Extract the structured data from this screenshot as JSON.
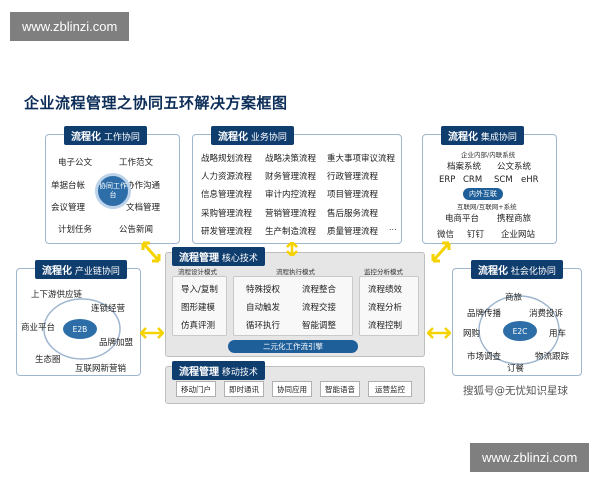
{
  "watermark": {
    "text": "www.zblinzi.com"
  },
  "diagram": {
    "title": "企业流程管理之协同五环解决方案框图"
  },
  "work": {
    "header_bold": "流程化",
    "header_sub": "工作协同",
    "items": [
      "电子公文",
      "工作范文",
      "单据台帐",
      "协作沟通",
      "会议管理",
      "文档管理",
      "计划任务",
      "公告新闻"
    ],
    "hub": "协同工作台"
  },
  "business": {
    "header_bold": "流程化",
    "header_sub": "业务协同",
    "items": [
      "战略规划流程",
      "战略决策流程",
      "重大事项审议流程",
      "人力资源流程",
      "财务管理流程",
      "行政管理流程",
      "信息管理流程",
      "审计内控流程",
      "项目管理流程",
      "采购管理流程",
      "营销管理流程",
      "售后服务流程",
      "研发管理流程",
      "生产制造流程",
      "质量管理流程"
    ],
    "ellipsis": "..."
  },
  "integration": {
    "header_bold": "流程化",
    "header_sub": "集成协同",
    "sub1": "企业内部/内联系统",
    "row1": [
      "档案系统",
      "公文系统"
    ],
    "row2": [
      "ERP",
      "CRM",
      "SCM",
      "eHR"
    ],
    "pill": "内外互联",
    "sub2": "互联网/互联网+系统",
    "row3": [
      "电商平台",
      "携程商旅"
    ],
    "row4": [
      "微信",
      "钉钉",
      "企业网站"
    ]
  },
  "industry": {
    "header_bold": "流程化",
    "header_sub": "产业链协同",
    "items": [
      "上下游供应链",
      "连锁经营",
      "商业平台",
      "品牌加盟",
      "生态圈",
      "互联网新营销"
    ],
    "hub": "E2B"
  },
  "core": {
    "header_bold": "流程管理",
    "header_sub": "核心技术",
    "col1_title": "流程设计模式",
    "col2_title": "流程执行模式",
    "col3_title": "监控分析模式",
    "col1": [
      "导入/复制",
      "图形建模",
      "仿真评测"
    ],
    "col2": [
      "特殊授权",
      "流程整合",
      "自动触发",
      "流程交接",
      "循环执行",
      "智能调整"
    ],
    "col3": [
      "流程绩效",
      "流程分析",
      "流程控制"
    ],
    "engine": "二元化工作流引擎"
  },
  "mobile": {
    "header_bold": "流程管理",
    "header_sub": "移动技术",
    "items": [
      "移动门户",
      "即时通讯",
      "协同应用",
      "智能语音",
      "运营监控"
    ]
  },
  "social": {
    "header_bold": "流程化",
    "header_sub": "社会化协同",
    "items": [
      "商旅",
      "品牌传播",
      "消费投诉",
      "网购",
      "用车",
      "市场调查",
      "物流跟踪",
      "订餐"
    ],
    "hub": "E2C"
  },
  "source": {
    "text": "搜狐号@无忧知识星球"
  }
}
